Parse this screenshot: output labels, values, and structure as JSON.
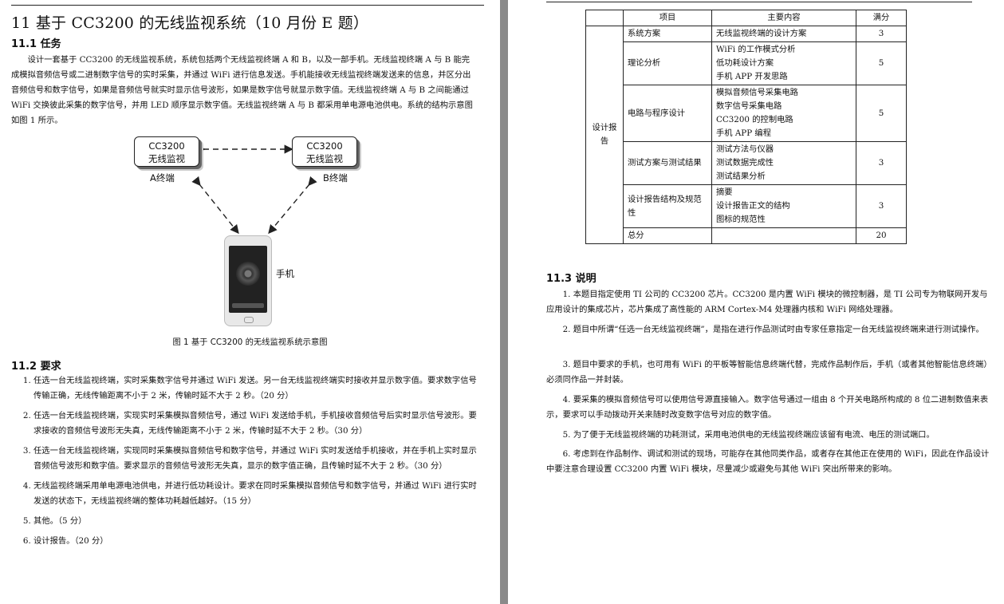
{
  "left": {
    "title": "11 基于 CC3200 的无线监视系统（10 月份 E 题）",
    "task_heading": "11.1 任务",
    "task_text": "设计一套基于 CC3200 的无线监视系统，系统包括两个无线监视终端 A 和 B，以及一部手机。无线监视终端 A 与 B 能完成模拟音频信号或二进制数字信号的实时采集，并通过 WiFi 进行信息发送。手机能接收无线监视终端发送来的信息，并区分出音频信号和数字信号，如果是音频信号就实时显示信号波形，如果是数字信号就显示数字值。无线监视终端 A 与 B 之间能通过 WiFi 交换彼此采集的数字信号，并用 LED 顺序显示数字值。无线监视终端 A 与 B 都采用单电源电池供电。系统的结构示意图如图 1 所示。",
    "diagram": {
      "node_a_line1": "CC3200",
      "node_a_line2": "无线监视",
      "node_a_label": "A终端",
      "node_b_line1": "CC3200",
      "node_b_line2": "无线监视",
      "node_b_label": "B终端",
      "phone_label": "手机"
    },
    "figure_caption": "图 1 基于 CC3200 的无线监视系统示意图",
    "req_heading": "11.2 要求",
    "requirements": [
      "任选一台无线监视终端，实时采集数字信号并通过 WiFi 发送。另一台无线监视终端实时接收并显示数字值。要求数字信号传输正确，无线传输距离不小于 2 米，传输时延不大于 2 秒。（20 分）",
      "任选一台无线监视终端，实现实时采集模拟音频信号，通过 WiFi 发送给手机，手机接收音频信号后实时显示信号波形。要求接收的音频信号波形无失真，无线传输距离不小于 2 米，传输时延不大于 2 秒。（30 分）",
      "任选一台无线监视终端，实现同时采集模拟音频信号和数字信号，并通过 WiFi 实时发送给手机接收，并在手机上实时显示音频信号波形和数字值。要求显示的音频信号波形无失真，显示的数字值正确，且传输时延不大于 2 秒。（30 分）",
      "无线监视终端采用单电源电池供电，并进行低功耗设计。要求在同时采集模拟音频信号和数字信号，并通过 WiFi 进行实时发送的状态下，无线监视终端的整体功耗越低越好。（15 分）",
      "其他。（5 分）",
      "设计报告。（20 分）"
    ]
  },
  "right": {
    "table": {
      "headers": [
        "项目",
        "主要内容",
        "满分"
      ],
      "group_label": "设计报告",
      "rows": [
        {
          "item": "系统方案",
          "content": [
            "无线监视终端的设计方案"
          ],
          "score": "3"
        },
        {
          "item": "理论分析",
          "content": [
            "WiFi 的工作模式分析",
            "低功耗设计方案",
            "手机 APP 开发思路"
          ],
          "score": "5"
        },
        {
          "item": "电路与程序设计",
          "content": [
            "模拟音频信号采集电路",
            "数字信号采集电路",
            "CC3200 的控制电路",
            "手机 APP 编程"
          ],
          "score": "5"
        },
        {
          "item": "测试方案与测试结果",
          "content": [
            "测试方法与仪器",
            "测试数据完成性",
            "测试结果分析"
          ],
          "score": "3"
        },
        {
          "item": "设计报告结构及规范性",
          "content": [
            "摘要",
            "设计报告正文的结构",
            "图标的规范性"
          ],
          "score": "3"
        },
        {
          "item": "总分",
          "content": [
            ""
          ],
          "score": "20"
        }
      ]
    },
    "note_heading": "11.3 说明",
    "notes": [
      "1. 本题目指定使用 TI 公司的 CC3200 芯片。CC3200 是内置 WiFi 模块的微控制器，是 TI 公司专为物联网开发与应用设计的集成芯片，芯片集成了高性能的 ARM Cortex-M4 处理器内核和 WiFi 网络处理器。",
      "2. 题目中所谓“任选一台无线监视终端”，是指在进行作品测试时由专家任意指定一台无线监视终端来进行测试操作。",
      "3. 题目中要求的手机，也可用有 WiFi 的平板等智能信息终端代替，完成作品制作后，手机（或者其他智能信息终端）必须同作品一并封装。",
      "4. 要采集的模拟音频信号可以使用信号源直接输入。数字信号通过一组由 8 个开关电路所构成的 8 位二进制数值来表示，要求可以手动拨动开关来随时改变数字信号对应的数字值。",
      "5. 为了便于无线监视终端的功耗测试，采用电池供电的无线监视终端应该留有电流、电压的测试端口。",
      "6. 考虑到在作品制作、调试和测试的现场，可能存在其他同类作品，或者存在其他正在使用的 WiFi，因此在作品设计中要注意合理设置 CC3200 内置 WiFi 模块，尽量减少或避免与其他 WiFi 突出所带来的影响。"
    ]
  }
}
